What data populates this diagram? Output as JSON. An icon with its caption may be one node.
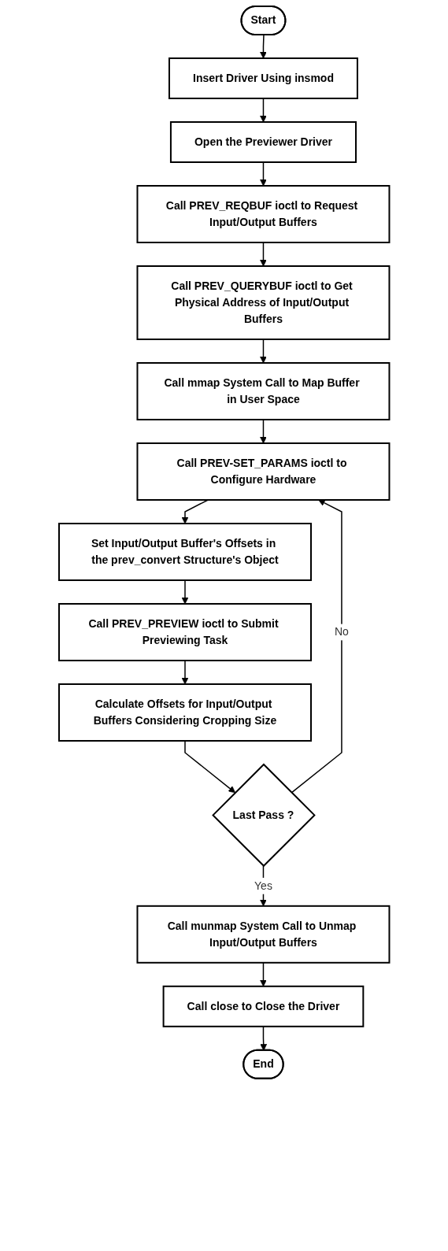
{
  "diagram": {
    "nodes": [
      {
        "text": [
          "Start"
        ]
      },
      {
        "text": [
          "Insert Driver Using insmod"
        ]
      },
      {
        "text": [
          "Open the Previewer Driver"
        ]
      },
      {
        "text": [
          "Call PREV_REQBUF ioctl to Request Input/Output Buffers"
        ]
      },
      {
        "text": [
          "Call PREV_QUERYBUF ioctl to Get Physical Address of Input/Output Buffers"
        ]
      },
      {
        "text": [
          "Call mmap System Call to Map Buffer in User Space"
        ]
      },
      {
        "text": [
          "Call PREV-SET_PARAMS ioctl to Configure Hardware"
        ]
      },
      {
        "text": [
          "Set Input/Output Buffer's Offsets in the prev_convert Structure's Object"
        ]
      },
      {
        "text": [
          "Call PREV_PREVIEW ioctl to Submit Previewing Task"
        ]
      },
      {
        "text": [
          "Calculate Offsets for Input/Output Buffers Considering Cropping Size"
        ]
      },
      {
        "text": [
          "Last Pass ?"
        ]
      },
      {
        "text": [
          "Call munmap System Call to Unmap Input/Output Buffers"
        ]
      },
      {
        "text": [
          "Call close to Close the Driver"
        ]
      },
      {
        "text": [
          "End"
        ]
      }
    ],
    "edges": [
      {
        "from": 0,
        "to": 1,
        "arrow": "to"
      },
      {
        "from": 1,
        "to": 2,
        "arrow": "to"
      },
      {
        "from": 2,
        "to": 3,
        "arrow": "to"
      },
      {
        "from": 3,
        "to": 4,
        "arrow": "to"
      },
      {
        "from": 4,
        "to": 5,
        "arrow": "to"
      },
      {
        "from": 5,
        "to": 6,
        "arrow": "to"
      },
      {
        "from": 6,
        "to": 7,
        "arrow": "to"
      },
      {
        "from": 7,
        "to": 8,
        "arrow": "to"
      },
      {
        "from": 8,
        "to": 9,
        "arrow": "to"
      },
      {
        "from": 9,
        "to": 10,
        "arrow": "to"
      },
      {
        "from": 10,
        "to": 11,
        "label": "Yes",
        "arrow": "to"
      },
      {
        "from": 11,
        "to": 12,
        "arrow": "to"
      },
      {
        "from": 12,
        "to": 13,
        "arrow": "to"
      },
      {
        "from": 10,
        "to": 6,
        "label": "No",
        "arrow": "to"
      }
    ]
  }
}
